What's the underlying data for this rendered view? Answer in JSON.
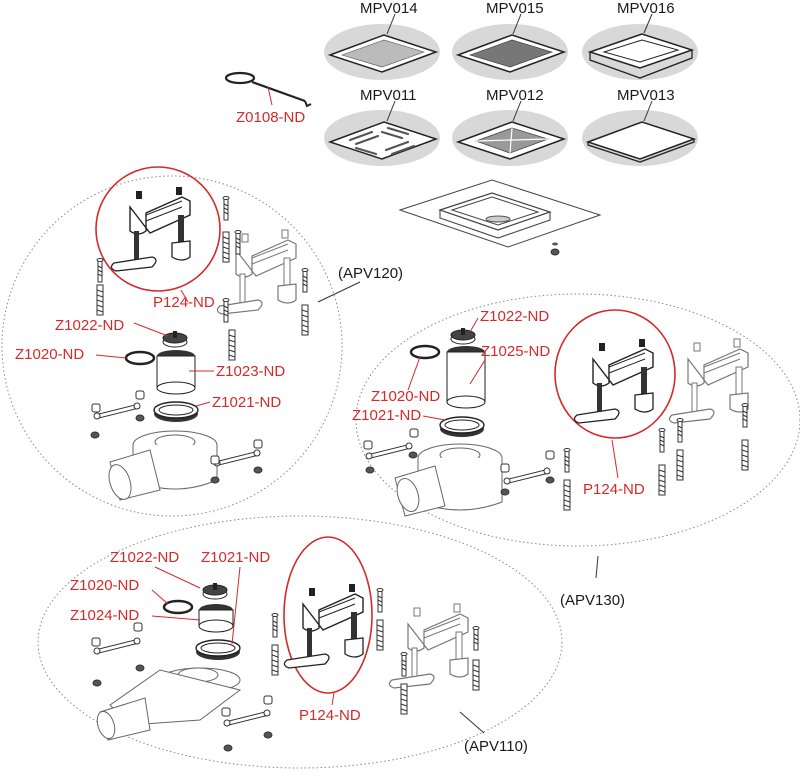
{
  "title": "Shower drain exploded parts diagram",
  "colors": {
    "callout_red": "#d42a2a",
    "label_black": "#1a1a1a",
    "grate_backdrop": "#d8d8d8",
    "group_outline": "#888888"
  },
  "grates": [
    {
      "code": "MPV014",
      "style": "round-holes"
    },
    {
      "code": "MPV015",
      "style": "fine-holes"
    },
    {
      "code": "MPV016",
      "style": "tile-insert-frame"
    },
    {
      "code": "MPV011",
      "style": "slots"
    },
    {
      "code": "MPV012",
      "style": "diagonal-slots"
    },
    {
      "code": "MPV013",
      "style": "solid-plate"
    }
  ],
  "standalone_parts": {
    "key": "Z0108-ND"
  },
  "groups": {
    "apv120": {
      "name": "(APV120)",
      "parts": {
        "bracket": "P124-ND",
        "cap": "Z1022-ND",
        "oring": "Z1020-ND",
        "insert": "Z1023-ND",
        "seal": "Z1021-ND"
      }
    },
    "apv130": {
      "name": "(APV130)",
      "parts": {
        "cap": "Z1022-ND",
        "insert": "Z1025-ND",
        "oring": "Z1020-ND",
        "seal": "Z1021-ND",
        "bracket": "P124-ND"
      }
    },
    "apv110": {
      "name": "(APV110)",
      "parts": {
        "cap": "Z1022-ND",
        "seal": "Z1021-ND",
        "oring": "Z1020-ND",
        "insert": "Z1024-ND",
        "bracket": "P124-ND"
      }
    }
  }
}
